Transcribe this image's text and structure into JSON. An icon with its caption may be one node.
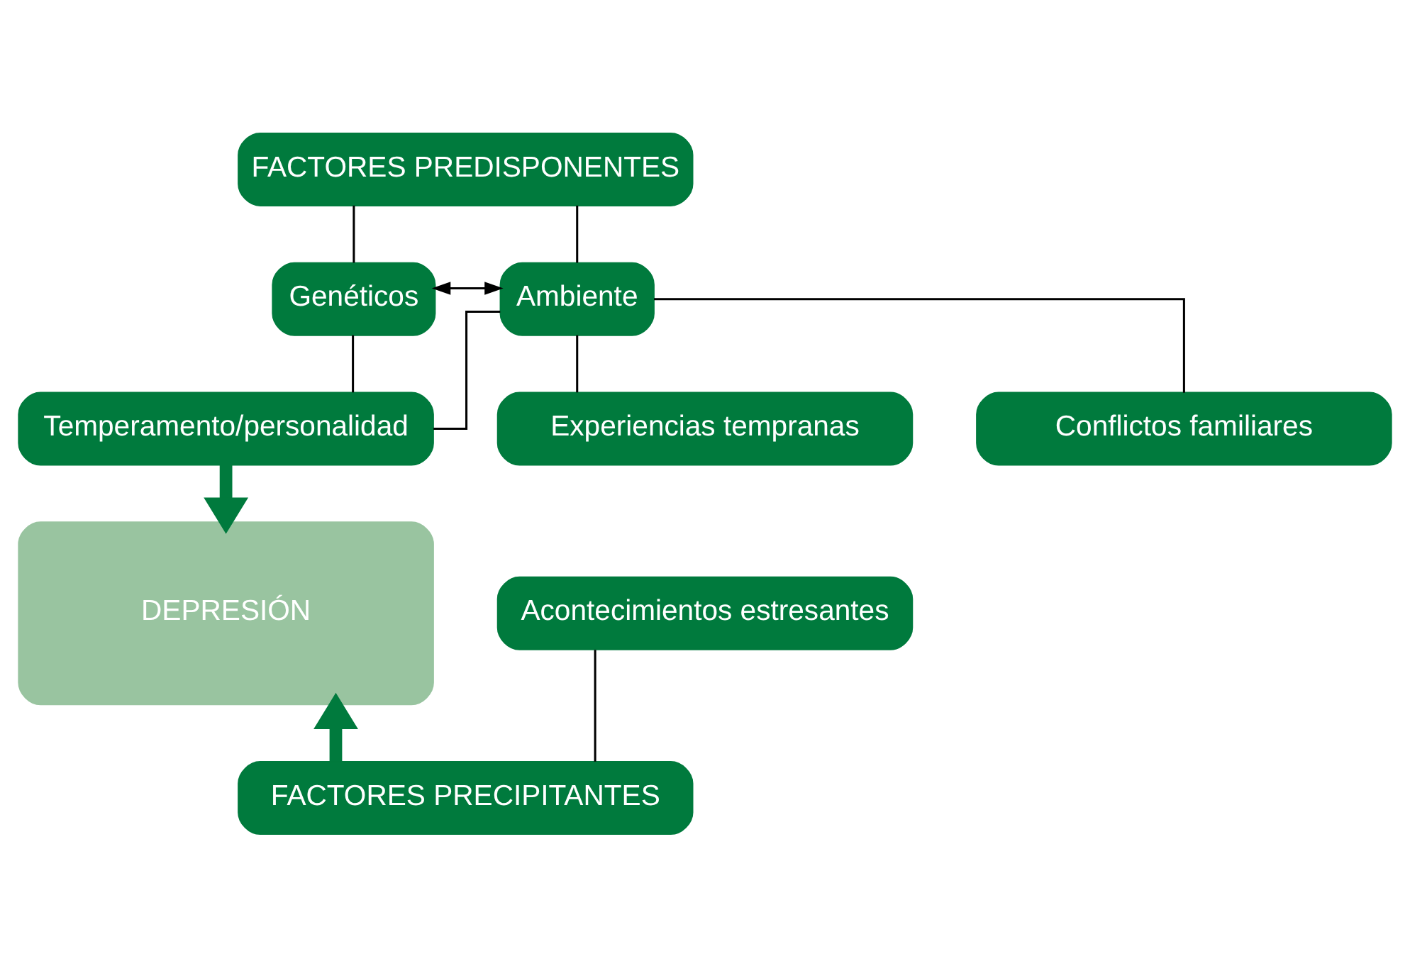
{
  "diagram": {
    "nodes": [
      {
        "text": [
          "FACTORES PREDISPONENTES"
        ]
      },
      {
        "text": [
          "Genéticos"
        ]
      },
      {
        "text": [
          "Ambiente"
        ]
      },
      {
        "text": [
          "Temperamento/personalidad"
        ]
      },
      {
        "text": [
          "Experiencias tempranas"
        ]
      },
      {
        "text": [
          "Conflictos familiares"
        ]
      },
      {
        "text": [
          "DEPRESIÓN"
        ]
      },
      {
        "text": [
          "Acontecimientos estresantes"
        ]
      },
      {
        "text": [
          "FACTORES PRECIPITANTES"
        ]
      }
    ],
    "edges": [
      {
        "from": 0,
        "to": 1,
        "arrow": "none"
      },
      {
        "from": 0,
        "to": 2,
        "arrow": "none"
      },
      {
        "from": 1,
        "to": 2,
        "arrow": "both"
      },
      {
        "from": 1,
        "to": 3,
        "arrow": "none"
      },
      {
        "from": 2,
        "to": 3,
        "arrow": "none"
      },
      {
        "from": 2,
        "to": 4,
        "arrow": "none"
      },
      {
        "from": 2,
        "to": 5,
        "arrow": "none"
      },
      {
        "from": 3,
        "to": 6,
        "arrow": "to",
        "style": "thick",
        "color": "#007a3d"
      },
      {
        "from": 7,
        "to": 8,
        "arrow": "none"
      },
      {
        "from": 8,
        "to": 6,
        "arrow": "to",
        "style": "thick",
        "color": "#007a3d"
      }
    ]
  }
}
